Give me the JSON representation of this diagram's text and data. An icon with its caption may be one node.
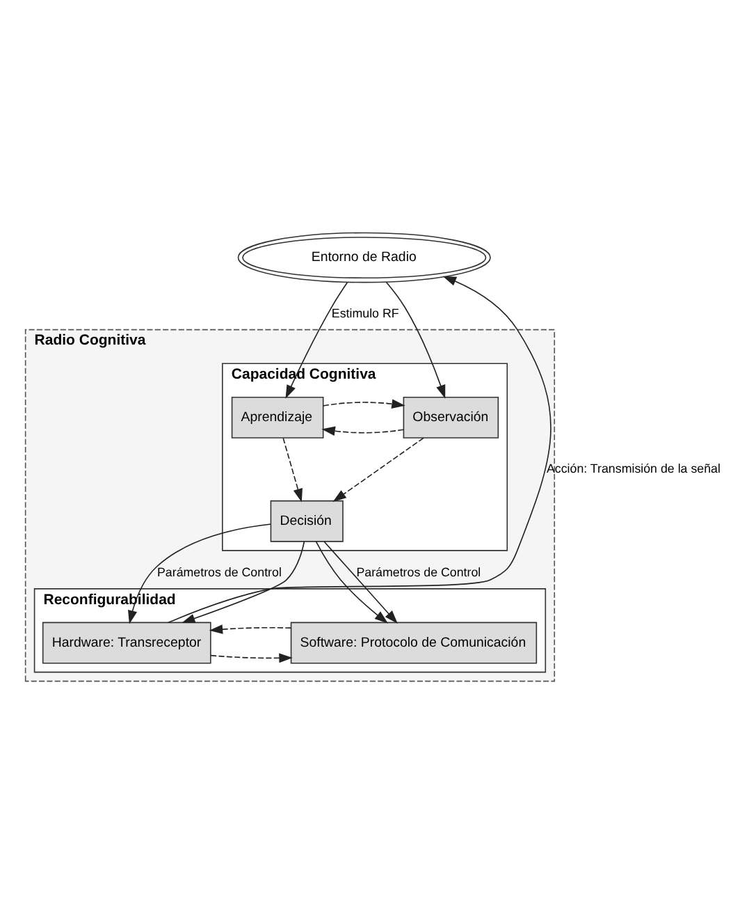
{
  "diagram": {
    "nodes": [
      {
        "text": [
          "Entorno de Radio"
        ]
      },
      {
        "text": [
          "Radio Cognitiva"
        ]
      },
      {
        "text": [
          "Capacidad Cognitiva"
        ],
        "in": 1
      },
      {
        "text": [
          "Aprendizaje"
        ],
        "in": 2
      },
      {
        "text": [
          "Observación"
        ],
        "in": 2
      },
      {
        "text": [
          "Decisión"
        ],
        "in": 2
      },
      {
        "text": [
          "Reconfigurabilidad"
        ],
        "in": 1
      },
      {
        "text": [
          "Hardware: Transreceptor"
        ],
        "in": 6
      },
      {
        "text": [
          "Software: Protocolo de Comunicación"
        ],
        "in": 6
      }
    ],
    "edges": [
      {
        "from": 0,
        "to": 3,
        "arrow": "to",
        "label": "Estimulo RF"
      },
      {
        "from": 0,
        "to": 4,
        "arrow": "to"
      },
      {
        "from": 4,
        "to": 3,
        "arrow": "to",
        "style": "dashed"
      },
      {
        "from": 3,
        "to": 4,
        "arrow": "to",
        "style": "dashed"
      },
      {
        "from": 3,
        "to": 5,
        "arrow": "to",
        "style": "dashed"
      },
      {
        "from": 4,
        "to": 5,
        "arrow": "to",
        "style": "dashed"
      },
      {
        "from": 5,
        "to": 7,
        "arrow": "to",
        "label": "Parámetros de Control"
      },
      {
        "from": 5,
        "to": 7,
        "arrow": "to"
      },
      {
        "from": 5,
        "to": 8,
        "arrow": "to"
      },
      {
        "from": 5,
        "to": 8,
        "arrow": "to",
        "label": "Parámetros de Control"
      },
      {
        "from": 7,
        "to": 8,
        "arrow": "to",
        "style": "dashed"
      },
      {
        "from": 8,
        "to": 7,
        "arrow": "to",
        "style": "dashed"
      },
      {
        "from": 7,
        "to": 0,
        "arrow": "to",
        "label": "Acción: Transmisión de la señal"
      }
    ]
  }
}
